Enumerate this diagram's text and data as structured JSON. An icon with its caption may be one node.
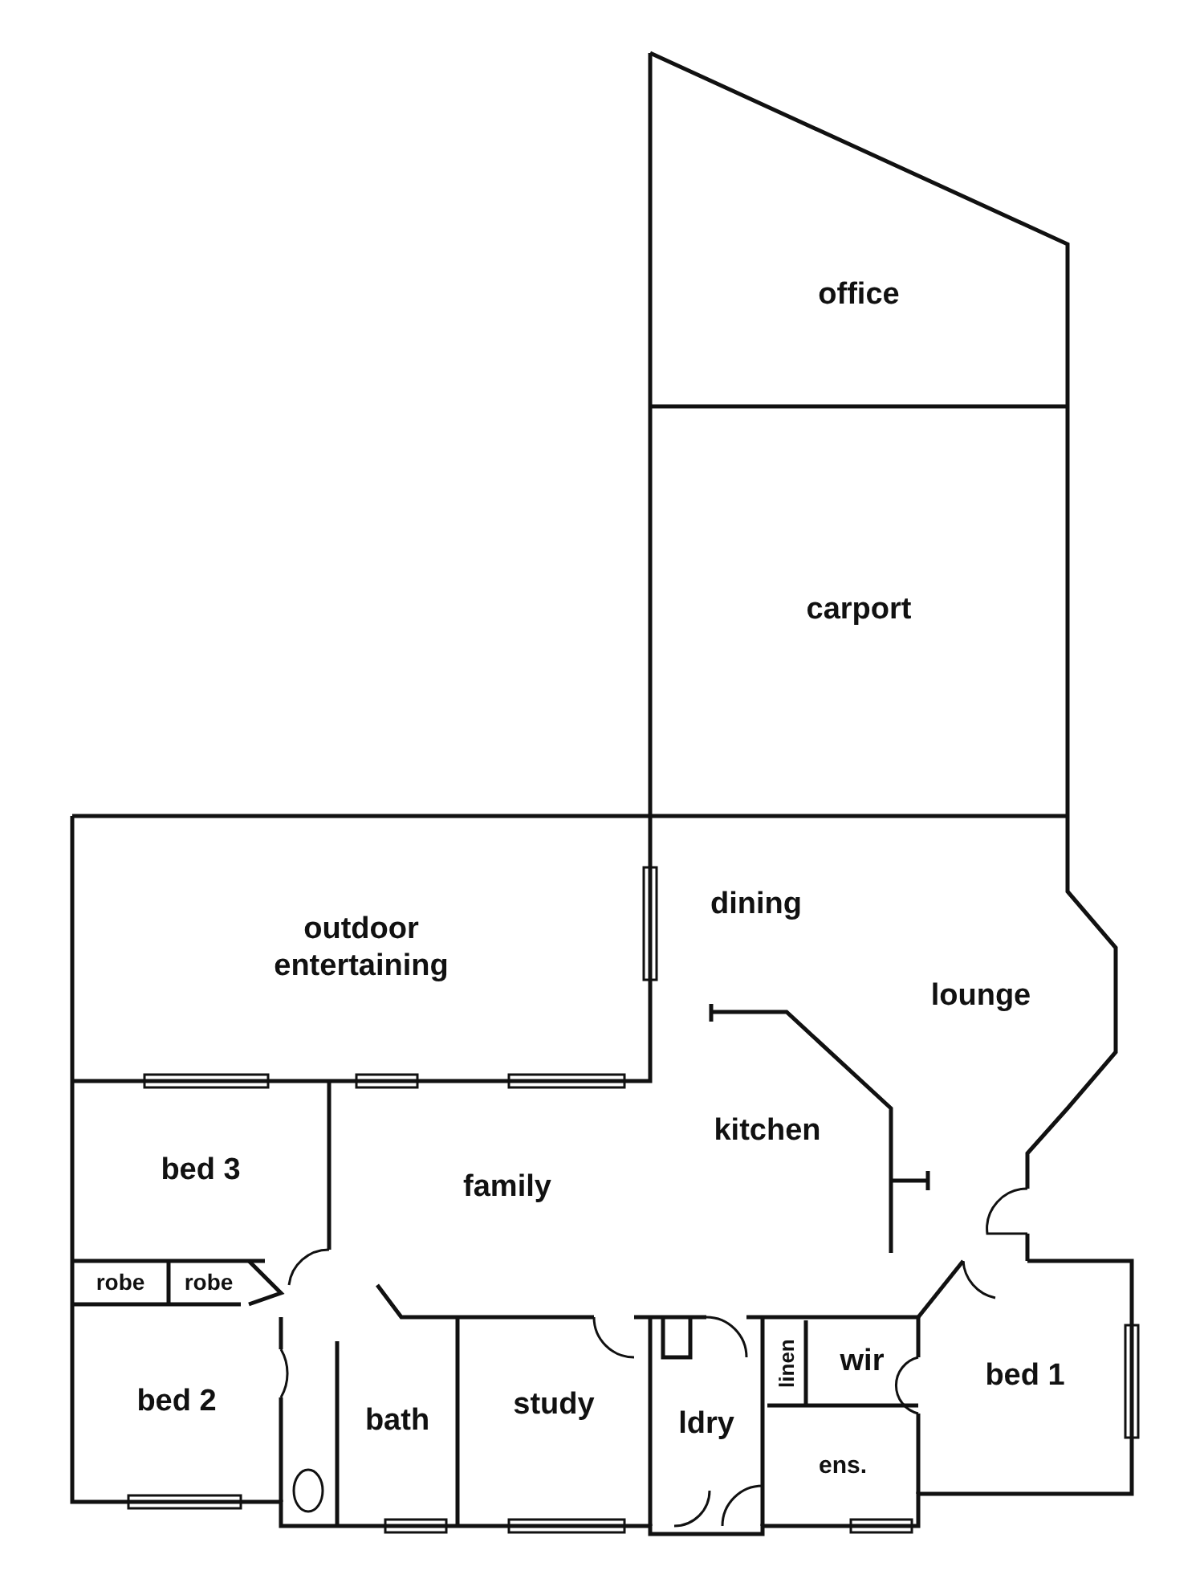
{
  "diagram": {
    "nodes": [
      {
        "text": [
          "office"
        ]
      },
      {
        "text": [
          "carport"
        ]
      },
      {
        "text": [
          "outdoor entertaining"
        ]
      },
      {
        "text": [
          "bed 3"
        ]
      },
      {
        "text": [
          "robe"
        ]
      },
      {
        "text": [
          "robe"
        ]
      },
      {
        "text": [
          "bed 2"
        ]
      },
      {
        "text": [
          "bath"
        ]
      },
      {
        "text": [
          "study"
        ]
      },
      {
        "text": [
          "ldry"
        ]
      },
      {
        "text": [
          "linen"
        ]
      },
      {
        "text": [
          "wir"
        ]
      },
      {
        "text": [
          "bed 1"
        ]
      },
      {
        "text": [
          "ens."
        ]
      }
    ],
    "labels": [
      "dining",
      "lounge",
      "kitchen",
      "family"
    ]
  }
}
